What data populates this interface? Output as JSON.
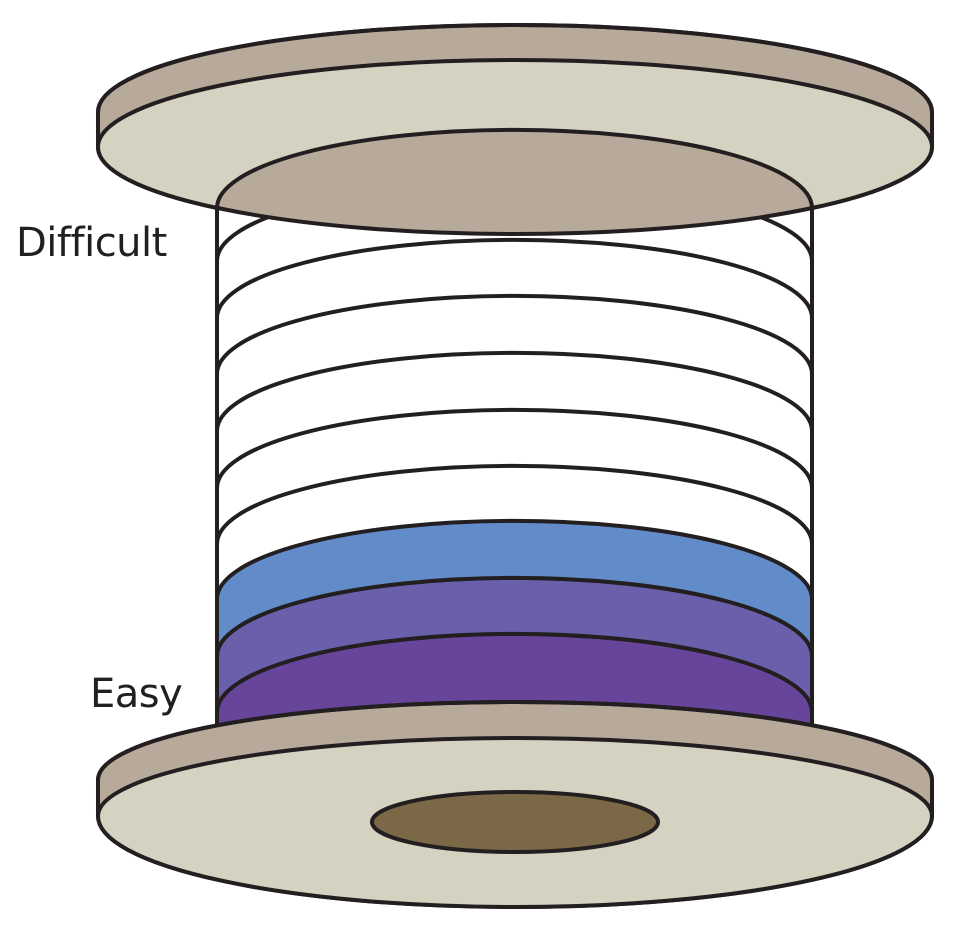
{
  "figure": {
    "subject": "spool of thread with colored lower bands",
    "labels": {
      "top": "Difficult",
      "bottom": "Easy"
    },
    "colors": {
      "flange_rim": "#b8aa9a",
      "flange_face": "#d6d2c1",
      "hole": "#7a6847",
      "outline": "#231f20",
      "band_white": "#ffffff",
      "band_blue": "#628bc9",
      "band_violet": "#6a5fab",
      "band_purple": "#66459a"
    },
    "bands": [
      {
        "index": 0,
        "color": "white"
      },
      {
        "index": 1,
        "color": "white"
      },
      {
        "index": 2,
        "color": "white"
      },
      {
        "index": 3,
        "color": "white"
      },
      {
        "index": 4,
        "color": "white"
      },
      {
        "index": 5,
        "color": "white"
      },
      {
        "index": 6,
        "color": "white"
      },
      {
        "index": 7,
        "color": "blue"
      },
      {
        "index": 8,
        "color": "violet"
      },
      {
        "index": 9,
        "color": "purple"
      }
    ]
  }
}
